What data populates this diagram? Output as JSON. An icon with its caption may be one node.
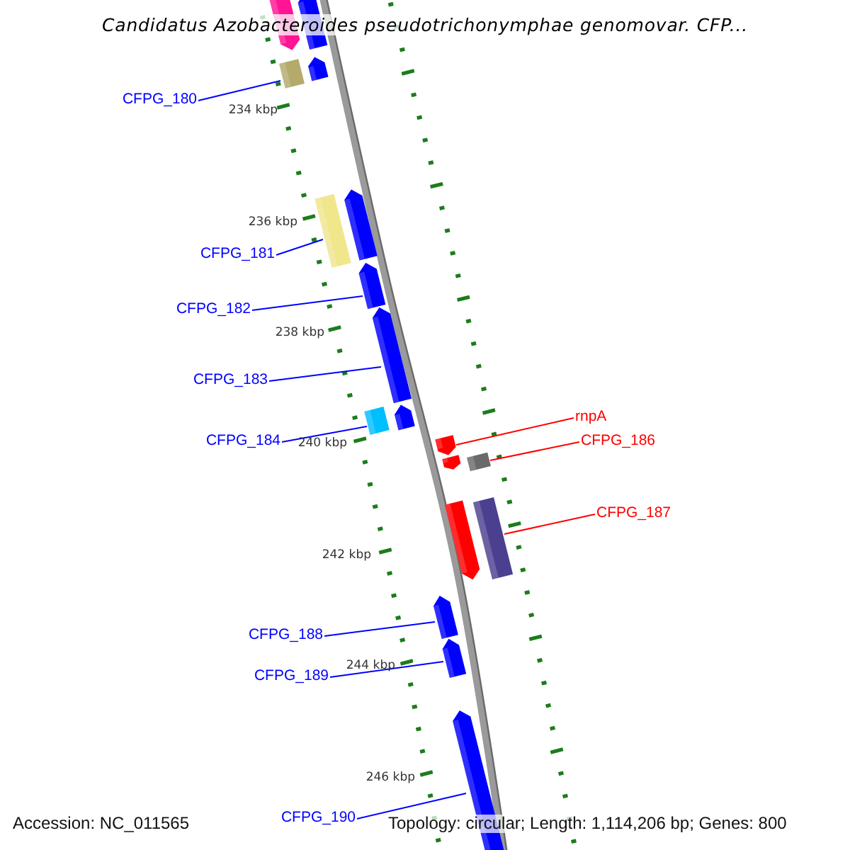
{
  "diagram": {
    "title": "Candidatus Azobacteroides pseudotrichonymphae genomovar. CFP...",
    "nodes": [
      {
        "text": [
          "CFPG_180"
        ]
      },
      {
        "text": [
          "CFPG_181"
        ]
      },
      {
        "text": [
          "CFPG_182"
        ]
      },
      {
        "text": [
          "CFPG_183"
        ]
      },
      {
        "text": [
          "CFPG_184"
        ]
      },
      {
        "text": [
          "rnpA"
        ]
      },
      {
        "text": [
          "CFPG_186"
        ]
      },
      {
        "text": [
          "CFPG_187"
        ]
      },
      {
        "text": [
          "CFPG_188"
        ]
      },
      {
        "text": [
          "CFPG_189"
        ]
      },
      {
        "text": [
          "CFPG_190"
        ]
      },
      {
        "text": [],
        "shape": "box"
      },
      {
        "text": [],
        "shape": "box"
      },
      {
        "text": [],
        "shape": "arrow"
      },
      {
        "text": [],
        "shape": "arrow"
      },
      {
        "text": [],
        "shape": "box"
      },
      {
        "text": [],
        "shape": "arrow"
      },
      {
        "text": [],
        "shape": "box"
      },
      {
        "text": [],
        "shape": "box"
      },
      {
        "text": [],
        "shape": "arrow"
      },
      {
        "text": [],
        "shape": "arrow"
      },
      {
        "text": [],
        "shape": "arrow"
      }
    ],
    "edges": [
      {
        "from": 0,
        "to": 11,
        "arrow": "none"
      },
      {
        "from": 1,
        "to": 12,
        "arrow": "none"
      },
      {
        "from": 2,
        "to": 13,
        "arrow": "none"
      },
      {
        "from": 3,
        "to": 14,
        "arrow": "none"
      },
      {
        "from": 4,
        "to": 15,
        "arrow": "none"
      },
      {
        "from": 5,
        "to": 16,
        "arrow": "none",
        "color": "#ff0000"
      },
      {
        "from": 6,
        "to": 17,
        "arrow": "none",
        "color": "#ff0000"
      },
      {
        "from": 7,
        "to": 18,
        "arrow": "none",
        "color": "#ff0000"
      },
      {
        "from": 8,
        "to": 19,
        "arrow": "none"
      },
      {
        "from": 9,
        "to": 20,
        "arrow": "none"
      },
      {
        "from": 10,
        "to": 21,
        "arrow": "none"
      }
    ],
    "labels": [
      "234 kbp",
      "236 kbp",
      "238 kbp",
      "240 kbp",
      "242 kbp",
      "244 kbp",
      "246 kbp",
      "Accession: NC_011565",
      "Topology: circular; Length: 1,114,206 bp; Genes: 800"
    ]
  }
}
